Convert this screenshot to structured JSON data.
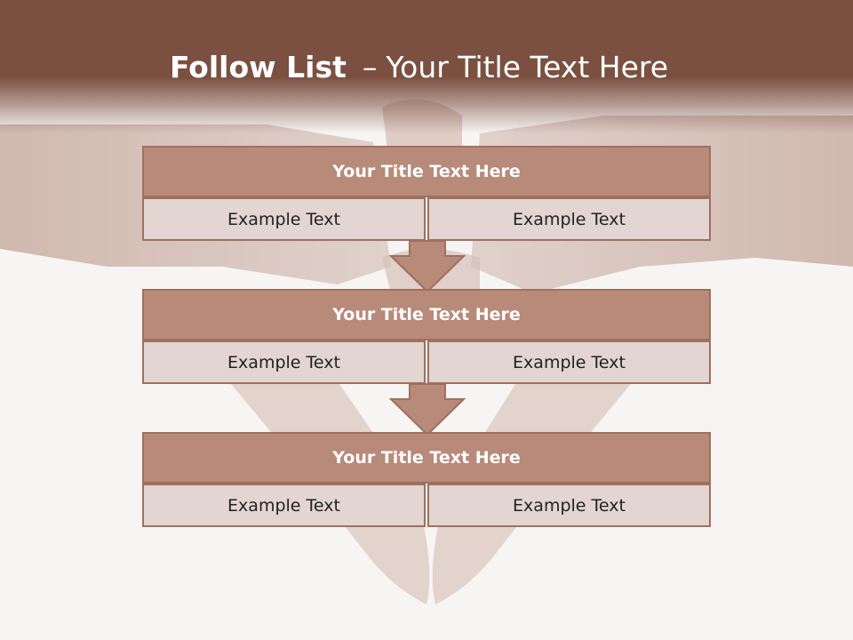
{
  "slide": {
    "title_bold": "Follow List",
    "title_separator": "–",
    "title_rest": "Your Title Text Here"
  },
  "blocks": [
    {
      "title": "Your Title Text Here",
      "left_text": "Example Text",
      "right_text": "Example Text"
    },
    {
      "title": "Your Title Text Here",
      "left_text": "Example Text",
      "right_text": "Example Text"
    },
    {
      "title": "Your Title Text Here",
      "left_text": "Example Text",
      "right_text": "Example Text"
    }
  ],
  "colors": {
    "header": "#7b5041",
    "block_title_fill": "#b88a79",
    "block_border": "#a0705e",
    "cell_fill": "#e3d5d1",
    "arrow_fill": "#b88a79"
  },
  "background_image": "hands-forming-heart-photo"
}
